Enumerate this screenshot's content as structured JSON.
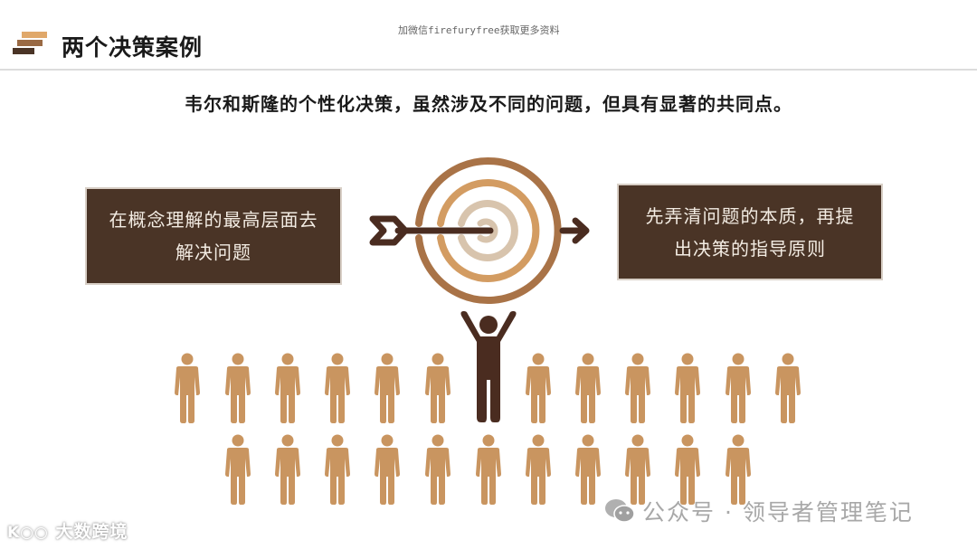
{
  "header": {
    "title": "两个决策案例",
    "logo_colors": [
      "#e0a86a",
      "#9a6a44",
      "#4a3426"
    ],
    "watermark": "加微信firefuryfree获取更多资料"
  },
  "subtitle": "韦尔和斯隆的个性化决策，虽然涉及不同的问题，但具有显著的共同点。",
  "boxes": {
    "left": {
      "line1": "在概念理解的最高层面去",
      "line2": "解决问题"
    },
    "right": {
      "line1": "先弄清问题的本质，再提",
      "line2": "出决策的指导原则"
    }
  },
  "graphic": {
    "icon": "target-with-arrow-icon",
    "leader_icon": "person-arms-raised-icon",
    "crowd_icon": "person-icon",
    "crowd_row1_count": 12,
    "crowd_row2_count": 11,
    "colors": {
      "dark_brown": "#4a2c20",
      "ring_outer": "#a97347",
      "ring_middle": "#d39c62",
      "ring_inner": "#d8c4ad",
      "crowd": "#c99560",
      "box_bg": "#4a3426"
    }
  },
  "watermarks": {
    "bottom_left": "大数跨境",
    "bottom_left_icon": "kooo-logo-icon",
    "bottom_right": "公众号 · 领导者管理笔记",
    "bottom_right_icon": "wechat-icon"
  }
}
